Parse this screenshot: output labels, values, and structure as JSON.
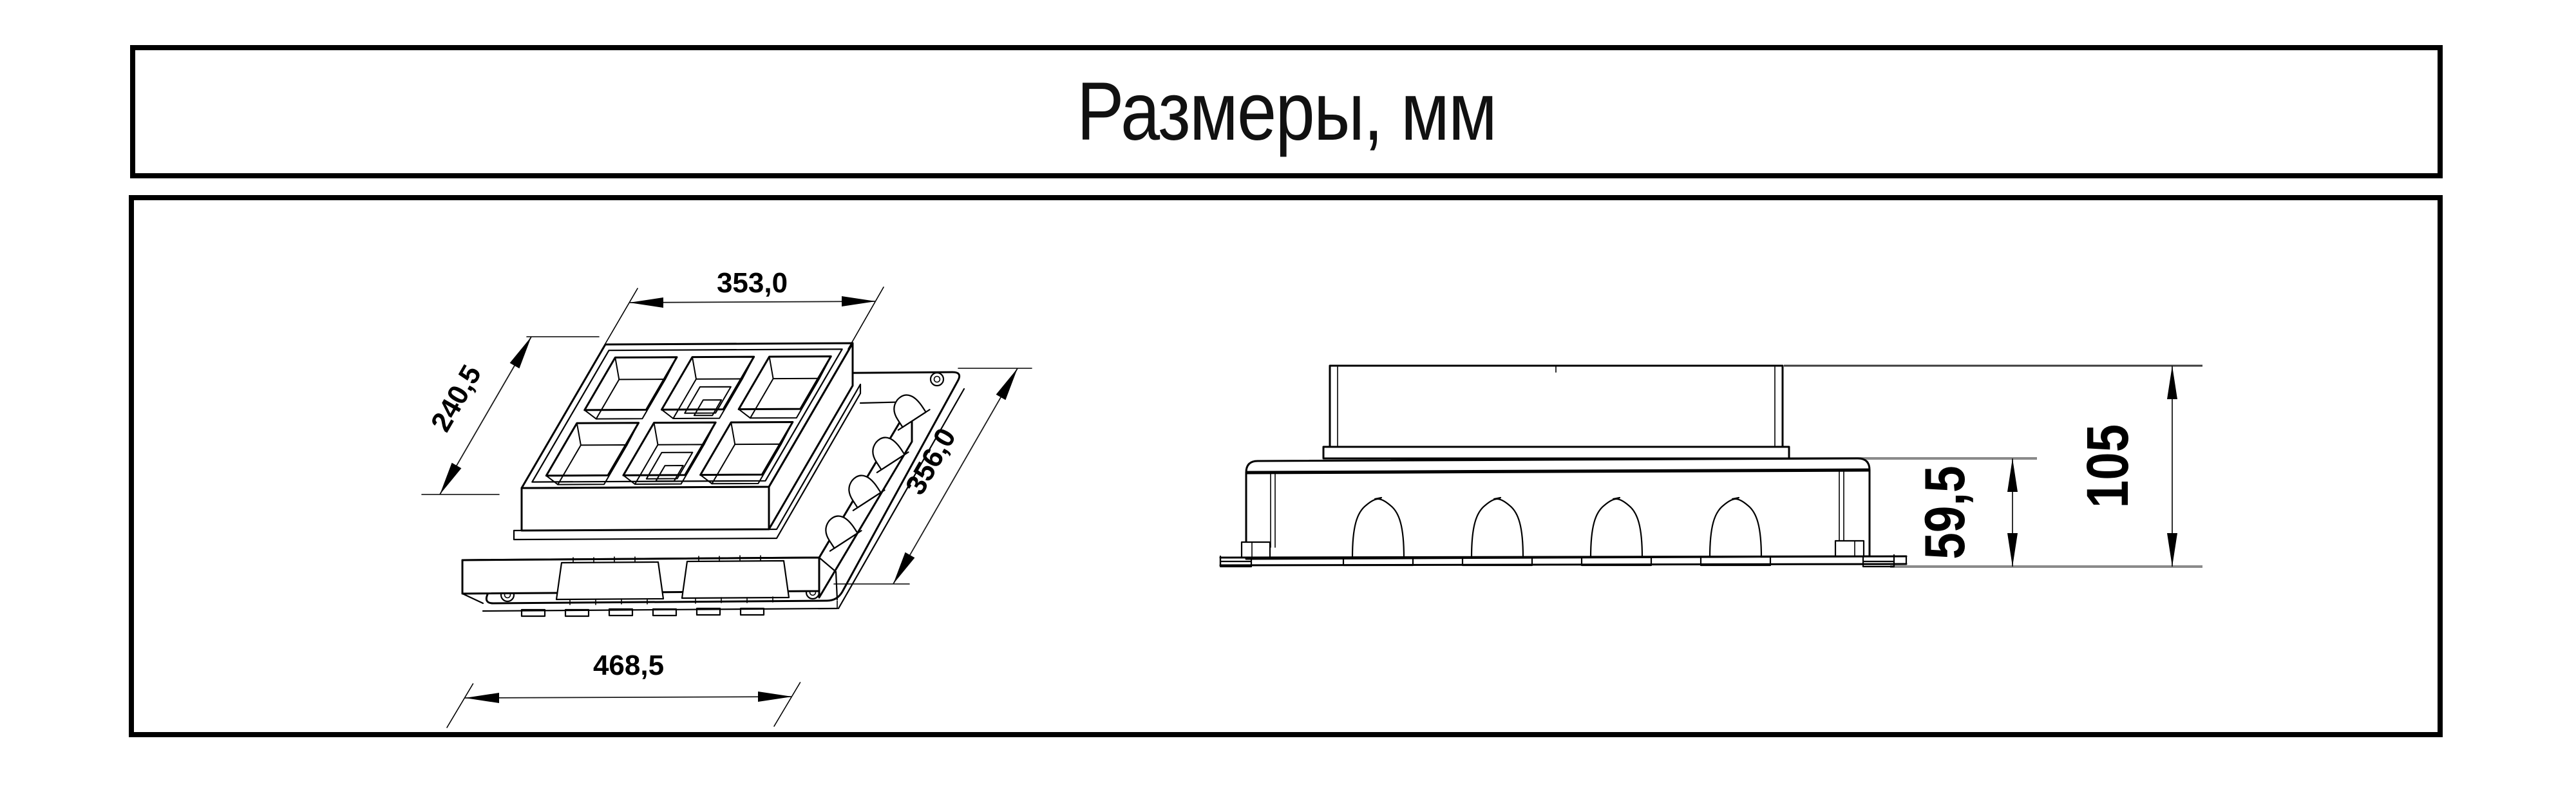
{
  "title": "Размеры, мм",
  "views": {
    "isometric": {
      "dims": {
        "top_width": "353,0",
        "left_depth": "240,5",
        "right_depth": "356,0",
        "bottom_width": "468,5"
      }
    },
    "side": {
      "dims": {
        "body_height": "59,5",
        "total_height": "105"
      }
    }
  },
  "colors": {
    "background": "#ffffff",
    "line": "#000000",
    "reference_line": "#8a8a8a"
  }
}
